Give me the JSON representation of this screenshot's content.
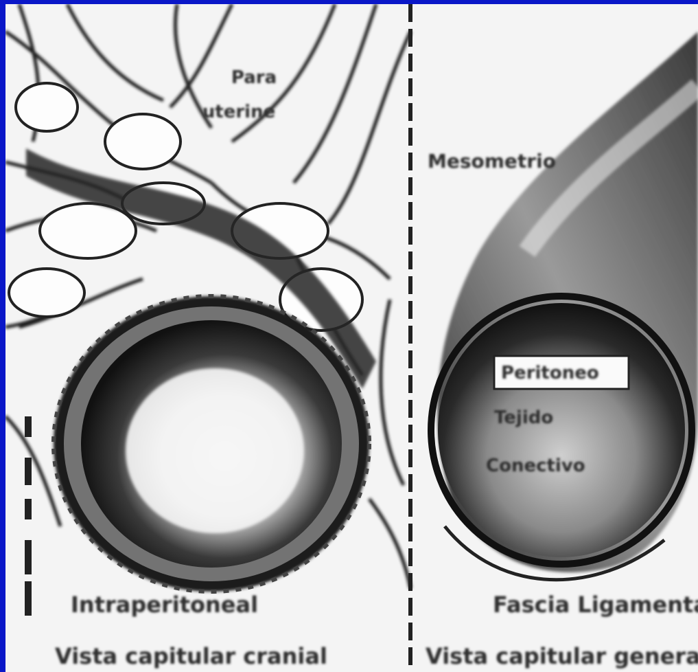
{
  "left_panel": {
    "label_top": "Para\nuterine",
    "label_bottom": "Intraperitoneal",
    "caption": "Vista capitular cranial"
  },
  "right_panel": {
    "label_side": "Mesometrio",
    "label_inner_1": "Peritoneo",
    "label_inner_2": "Tejido",
    "label_inner_3": "Conectivo",
    "label_bottom": "Fascia Ligamentaria",
    "caption": "Vista capitular general"
  },
  "colors": {
    "frame": "#0a17c8",
    "background": "#f4f4f4",
    "ink": "#1a1a1a"
  }
}
